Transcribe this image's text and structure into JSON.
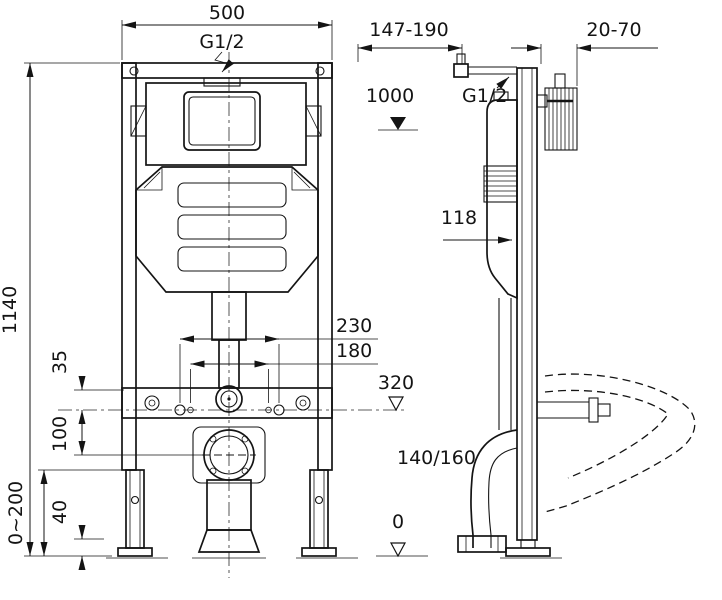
{
  "colors": {
    "background": "#ffffff",
    "line": "#141414"
  },
  "drawing": {
    "front": {
      "dim_width": "500",
      "inlet_thread": "G1/2",
      "dim_height": "1140",
      "level_cistern": "1000",
      "dim_bolt_outer": "230",
      "dim_bolt_inner": "180",
      "level_rail": "320",
      "dim_inlet_offset": "35",
      "dim_outlet_offset": "100",
      "dim_foot": "40",
      "dim_leg_adjust": "0~200"
    },
    "side": {
      "dim_front_depth": "147-190",
      "dim_wall_gap": "20-70",
      "inlet_thread": "G1/2",
      "dim_cistern_depth": "118",
      "dim_drain_pipe": "140/160",
      "level_floor": "0"
    }
  }
}
